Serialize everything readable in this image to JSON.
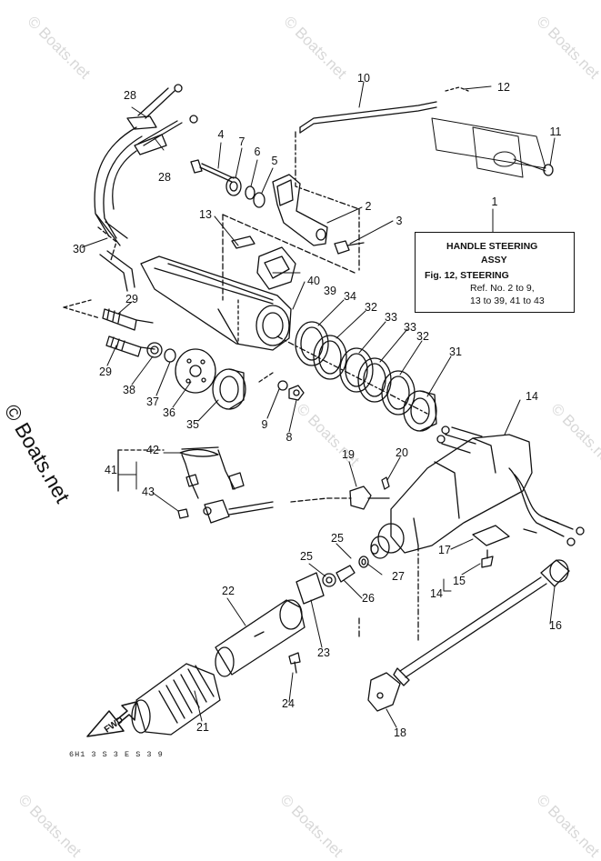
{
  "watermark": {
    "brand": "© Boats.net"
  },
  "title_box": {
    "ref_no": "1",
    "line1": "HANDLE STEERING",
    "line2": "ASSY",
    "line3": "Fig. 12, STEERING",
    "line4": "Ref. No. 2 to 9,",
    "line5": "13 to 39, 41 to 43"
  },
  "callouts": {
    "c1": "1",
    "c2": "2",
    "c3": "3",
    "c4": "4",
    "c5": "5",
    "c6": "6",
    "c7": "7",
    "c8": "8",
    "c9": "9",
    "c10": "10",
    "c11": "11",
    "c12": "12",
    "c13": "13",
    "c14a": "14",
    "c14b": "14",
    "c15": "15",
    "c16": "16",
    "c17": "17",
    "c18": "18",
    "c19": "19",
    "c20": "20",
    "c21": "21",
    "c22": "22",
    "c23": "23",
    "c24": "24",
    "c25a": "25",
    "c25b": "25",
    "c26": "26",
    "c27": "27",
    "c28a": "28",
    "c28b": "28",
    "c29a": "29",
    "c29b": "29",
    "c30": "30",
    "c31": "31",
    "c32a": "32",
    "c32b": "32",
    "c33a": "33",
    "c33b": "33",
    "c34": "34",
    "c35": "35",
    "c36": "36",
    "c37": "37",
    "c38": "38",
    "c39": "39",
    "c40": "40",
    "c41": "41",
    "c42": "42",
    "c43": "43"
  },
  "fwd_label": "FWD",
  "drawing_code": "6H1 3 S 3 E S 3 9"
}
